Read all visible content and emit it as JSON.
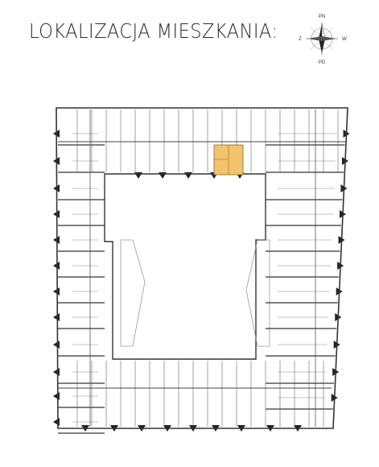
{
  "title": "LOKALIZACJA MIESZKANIA:",
  "compass": {
    "north": "PN",
    "south": "PD",
    "west": "Z",
    "east": "W",
    "icon": "compass-rose-icon"
  },
  "colors": {
    "highlight": "#f2c36b",
    "line": "#333333",
    "light_line": "#9a9a9a"
  },
  "plan": {
    "highlighted_unit": "selected-apartment",
    "icon": "floor-plan"
  }
}
